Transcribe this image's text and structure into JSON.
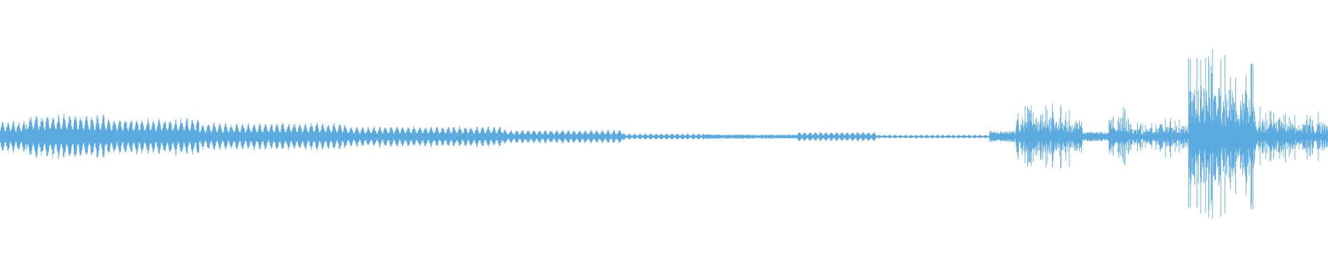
{
  "waveform": {
    "color": "#5aaae0",
    "background": "#ffffff",
    "segments": [
      {
        "start": 0.0,
        "end": 0.02,
        "amp": 0.13,
        "style": "pulsed",
        "period": 0.004
      },
      {
        "start": 0.02,
        "end": 0.08,
        "amp": 0.18,
        "style": "pulsed",
        "period": 0.0042
      },
      {
        "start": 0.08,
        "end": 0.15,
        "amp": 0.15,
        "style": "pulsed",
        "period": 0.0042
      },
      {
        "start": 0.15,
        "end": 0.26,
        "amp": 0.11,
        "style": "pulsed",
        "period": 0.0043
      },
      {
        "start": 0.26,
        "end": 0.38,
        "amp": 0.085,
        "style": "pulsed",
        "period": 0.0043
      },
      {
        "start": 0.38,
        "end": 0.47,
        "amp": 0.055,
        "style": "pulsed",
        "period": 0.0043
      },
      {
        "start": 0.47,
        "end": 0.53,
        "amp": 0.025,
        "style": "pulsed",
        "period": 0.004
      },
      {
        "start": 0.53,
        "end": 0.6,
        "amp": 0.018,
        "style": "noise",
        "period": 0.004
      },
      {
        "start": 0.6,
        "end": 0.66,
        "amp": 0.038,
        "style": "pulsed",
        "period": 0.004
      },
      {
        "start": 0.66,
        "end": 0.745,
        "amp": 0.015,
        "style": "pulsed",
        "period": 0.004
      },
      {
        "start": 0.745,
        "end": 0.765,
        "amp": 0.045,
        "style": "noise",
        "period": 0.004
      },
      {
        "start": 0.765,
        "end": 0.815,
        "amp": 0.22,
        "style": "burst",
        "period": 0.004
      },
      {
        "start": 0.815,
        "end": 0.835,
        "amp": 0.04,
        "style": "noise",
        "period": 0.004
      },
      {
        "start": 0.835,
        "end": 0.85,
        "amp": 0.24,
        "style": "burst",
        "period": 0.004
      },
      {
        "start": 0.85,
        "end": 0.875,
        "amp": 0.1,
        "style": "burst",
        "period": 0.004
      },
      {
        "start": 0.875,
        "end": 0.895,
        "amp": 0.14,
        "style": "burst",
        "period": 0.004
      },
      {
        "start": 0.895,
        "end": 0.945,
        "amp": 0.58,
        "style": "burst",
        "period": 0.004
      },
      {
        "start": 0.945,
        "end": 0.975,
        "amp": 0.2,
        "style": "burst",
        "period": 0.004
      },
      {
        "start": 0.975,
        "end": 1.0,
        "amp": 0.16,
        "style": "burst",
        "period": 0.004
      }
    ]
  }
}
